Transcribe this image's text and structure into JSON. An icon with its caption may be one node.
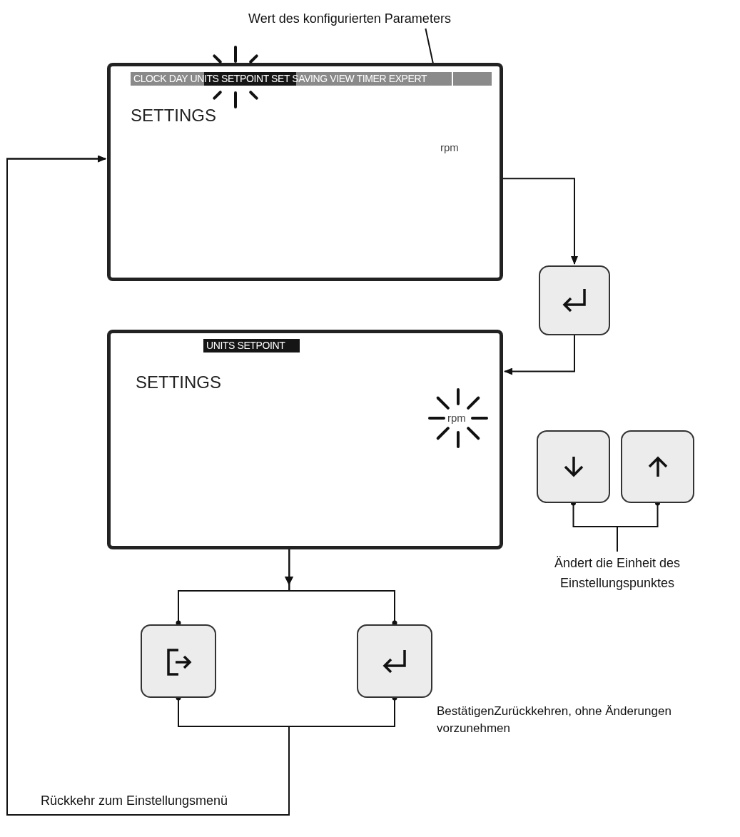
{
  "diagram": {
    "nodes": [
      {
        "text": [
          "Wert des konfigurierten Parameters"
        ]
      },
      {
        "text": [
          "CLOCK DAY UNITS SETPOINT SET SAVING VIEW TIMER EXPERT",
          "SETTINGS"
        ]
      },
      {
        "text": [
          "rpm"
        ],
        "in": 1
      },
      {
        "text": [],
        "shape": "box"
      },
      {
        "text": [
          "UNITS SETPOINT",
          "SETTINGS",
          "rpm"
        ]
      },
      {
        "text": [],
        "shape": "box"
      },
      {
        "text": [],
        "shape": "box"
      },
      {
        "text": [
          "Ändert die Einheit des Einstellungspunktes"
        ]
      },
      {
        "text": [],
        "shape": "box"
      },
      {
        "text": [],
        "shape": "box"
      }
    ],
    "edges": [
      {
        "from": 0,
        "to": 2,
        "arrow": "to"
      },
      {
        "from": 1,
        "to": 3,
        "arrow": "to"
      },
      {
        "from": 3,
        "to": 4,
        "arrow": "to"
      },
      {
        "from": 4,
        "to": 8,
        "arrow": "to"
      },
      {
        "from": 4,
        "to": 9,
        "arrow": "to"
      },
      {
        "from": 5,
        "to": 7,
        "arrow": "other"
      },
      {
        "from": 6,
        "to": 7,
        "arrow": "other"
      },
      {
        "from": 8,
        "to": 1,
        "arrow": "to",
        "label": "Rückkehr zum Einstellungsmenü"
      },
      {
        "from": 9,
        "to": 1,
        "arrow": "to"
      }
    ],
    "labels": [
      "BestätigenZurückkehren, ohne Änderungen vorzunehmen"
    ]
  }
}
